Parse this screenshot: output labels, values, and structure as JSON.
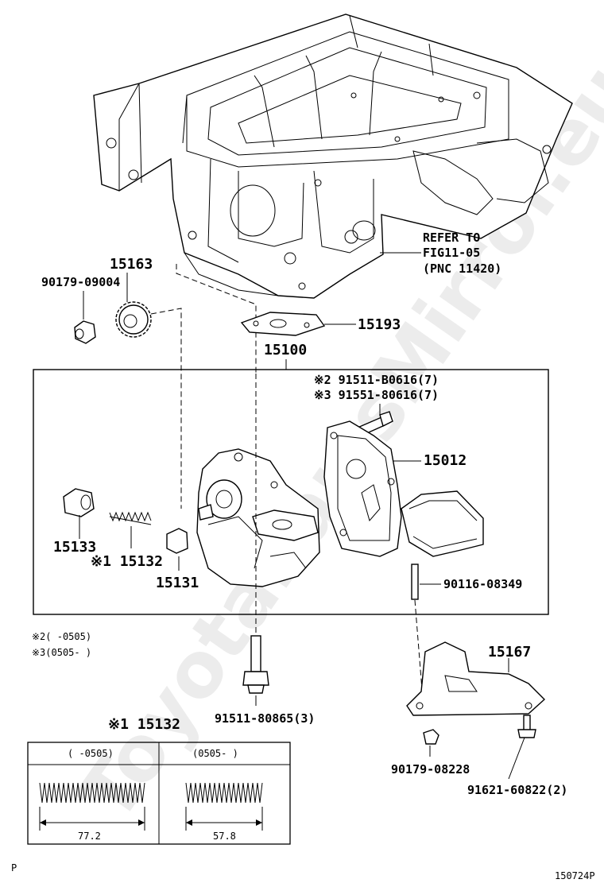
{
  "watermark": "ToyotaPartsMirror.eu",
  "refer": {
    "line1": "REFER TO",
    "line2": "FIG11-05",
    "line3": "(PNC 11420)"
  },
  "labels": {
    "p15163": "15163",
    "p90179_09004": "90179-09004",
    "p15193": "15193",
    "p15100": "15100",
    "p2_91511": "※2 91511-B0616(7)",
    "p3_91551": "※3 91551-80616(7)",
    "p15012": "15012",
    "p15133": "15133",
    "p15132": "※1 15132",
    "p15131": "15131",
    "p90116": "90116-08349",
    "p91511_80865": "91511-80865(3)",
    "p15167": "15167",
    "p90179_08228": "90179-08228",
    "p91621": "91621-60822(2)"
  },
  "notes": {
    "n2": "※2(      -0505)",
    "n3": "※3(0505-      )"
  },
  "spring_table": {
    "title": "※1  15132",
    "col1_header": "(      -0505)",
    "col2_header": "(0505-      )",
    "col1_length": "77.2",
    "col2_length": "57.8"
  },
  "footer": {
    "left": "P",
    "right": "150724P"
  }
}
